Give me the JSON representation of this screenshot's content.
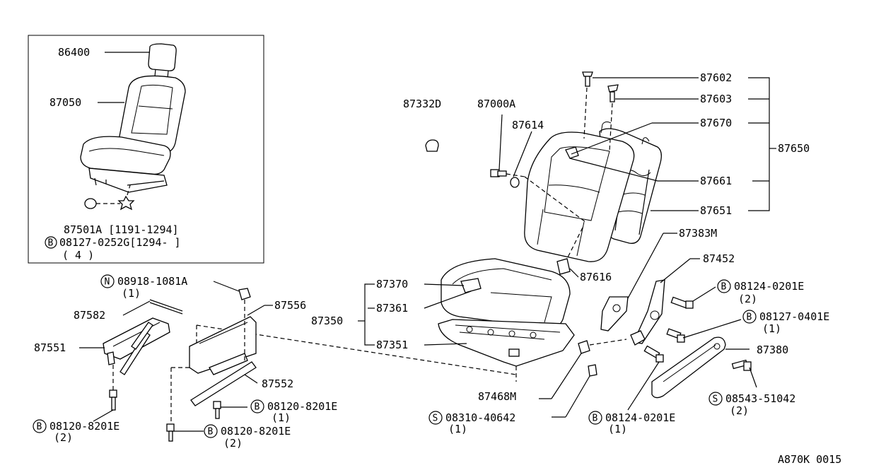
{
  "labels": {
    "p86400": "86400",
    "p87050": "87050",
    "p87501a": "87501A [1191-1294]",
    "b0825": "08127-0252G[1294-     ]",
    "b0825_qty": "( 4 )",
    "p87332d": "87332D",
    "p87000a": "87000A",
    "p87614": "87614",
    "p87602": "87602",
    "p87603": "87603",
    "p87670": "87670",
    "p87650": "87650",
    "p87661": "87661",
    "p87651": "87651",
    "p87383m": "87383M",
    "p87452": "87452",
    "b08124a": "08124-0201E",
    "b08124a_qty": "(2)",
    "b08127": "08127-0401E",
    "b08127_qty": "(1)",
    "p87380": "87380",
    "s08543": "08543-51042",
    "s08543_qty": "(2)",
    "p87616": "87616",
    "p87370": "87370",
    "p87361": "87361",
    "p87350": "87350",
    "p87351": "87351",
    "p87468m": "87468M",
    "s08310": "08310-40642",
    "s08310_qty": "(1)",
    "b08124b": "08124-0201E",
    "b08124b_qty": "(1)",
    "n08918": "08918-1081A",
    "n08918_qty": "(1)",
    "p87582": "87582",
    "p87551": "87551",
    "p87556": "87556",
    "p87552": "87552",
    "b08120a": "08120-8201E",
    "b08120a_qty": "(1)",
    "b08120b": "08120-8201E",
    "b08120b_qty": "(2)",
    "b08120c": "08120-8201E",
    "b08120c_qty": "(2)",
    "code": "A870K 0015"
  },
  "markers": {
    "bolt": "B",
    "screw": "S",
    "nut": "N"
  }
}
